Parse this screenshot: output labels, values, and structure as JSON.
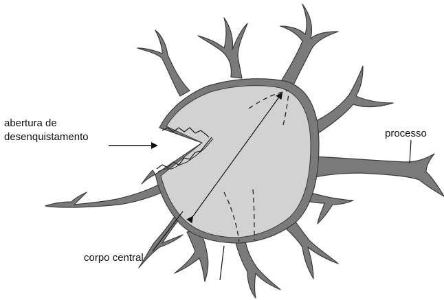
{
  "labels": {
    "opening_line1": "abertura de",
    "opening_line2": "desenquistamento",
    "process": "processo",
    "central_body": "corpo central"
  },
  "colors": {
    "process_fill": "#7a7a7a",
    "process_stroke": "#3a3a3a",
    "body_fill": "#d2d2d2",
    "line": "#111111"
  }
}
